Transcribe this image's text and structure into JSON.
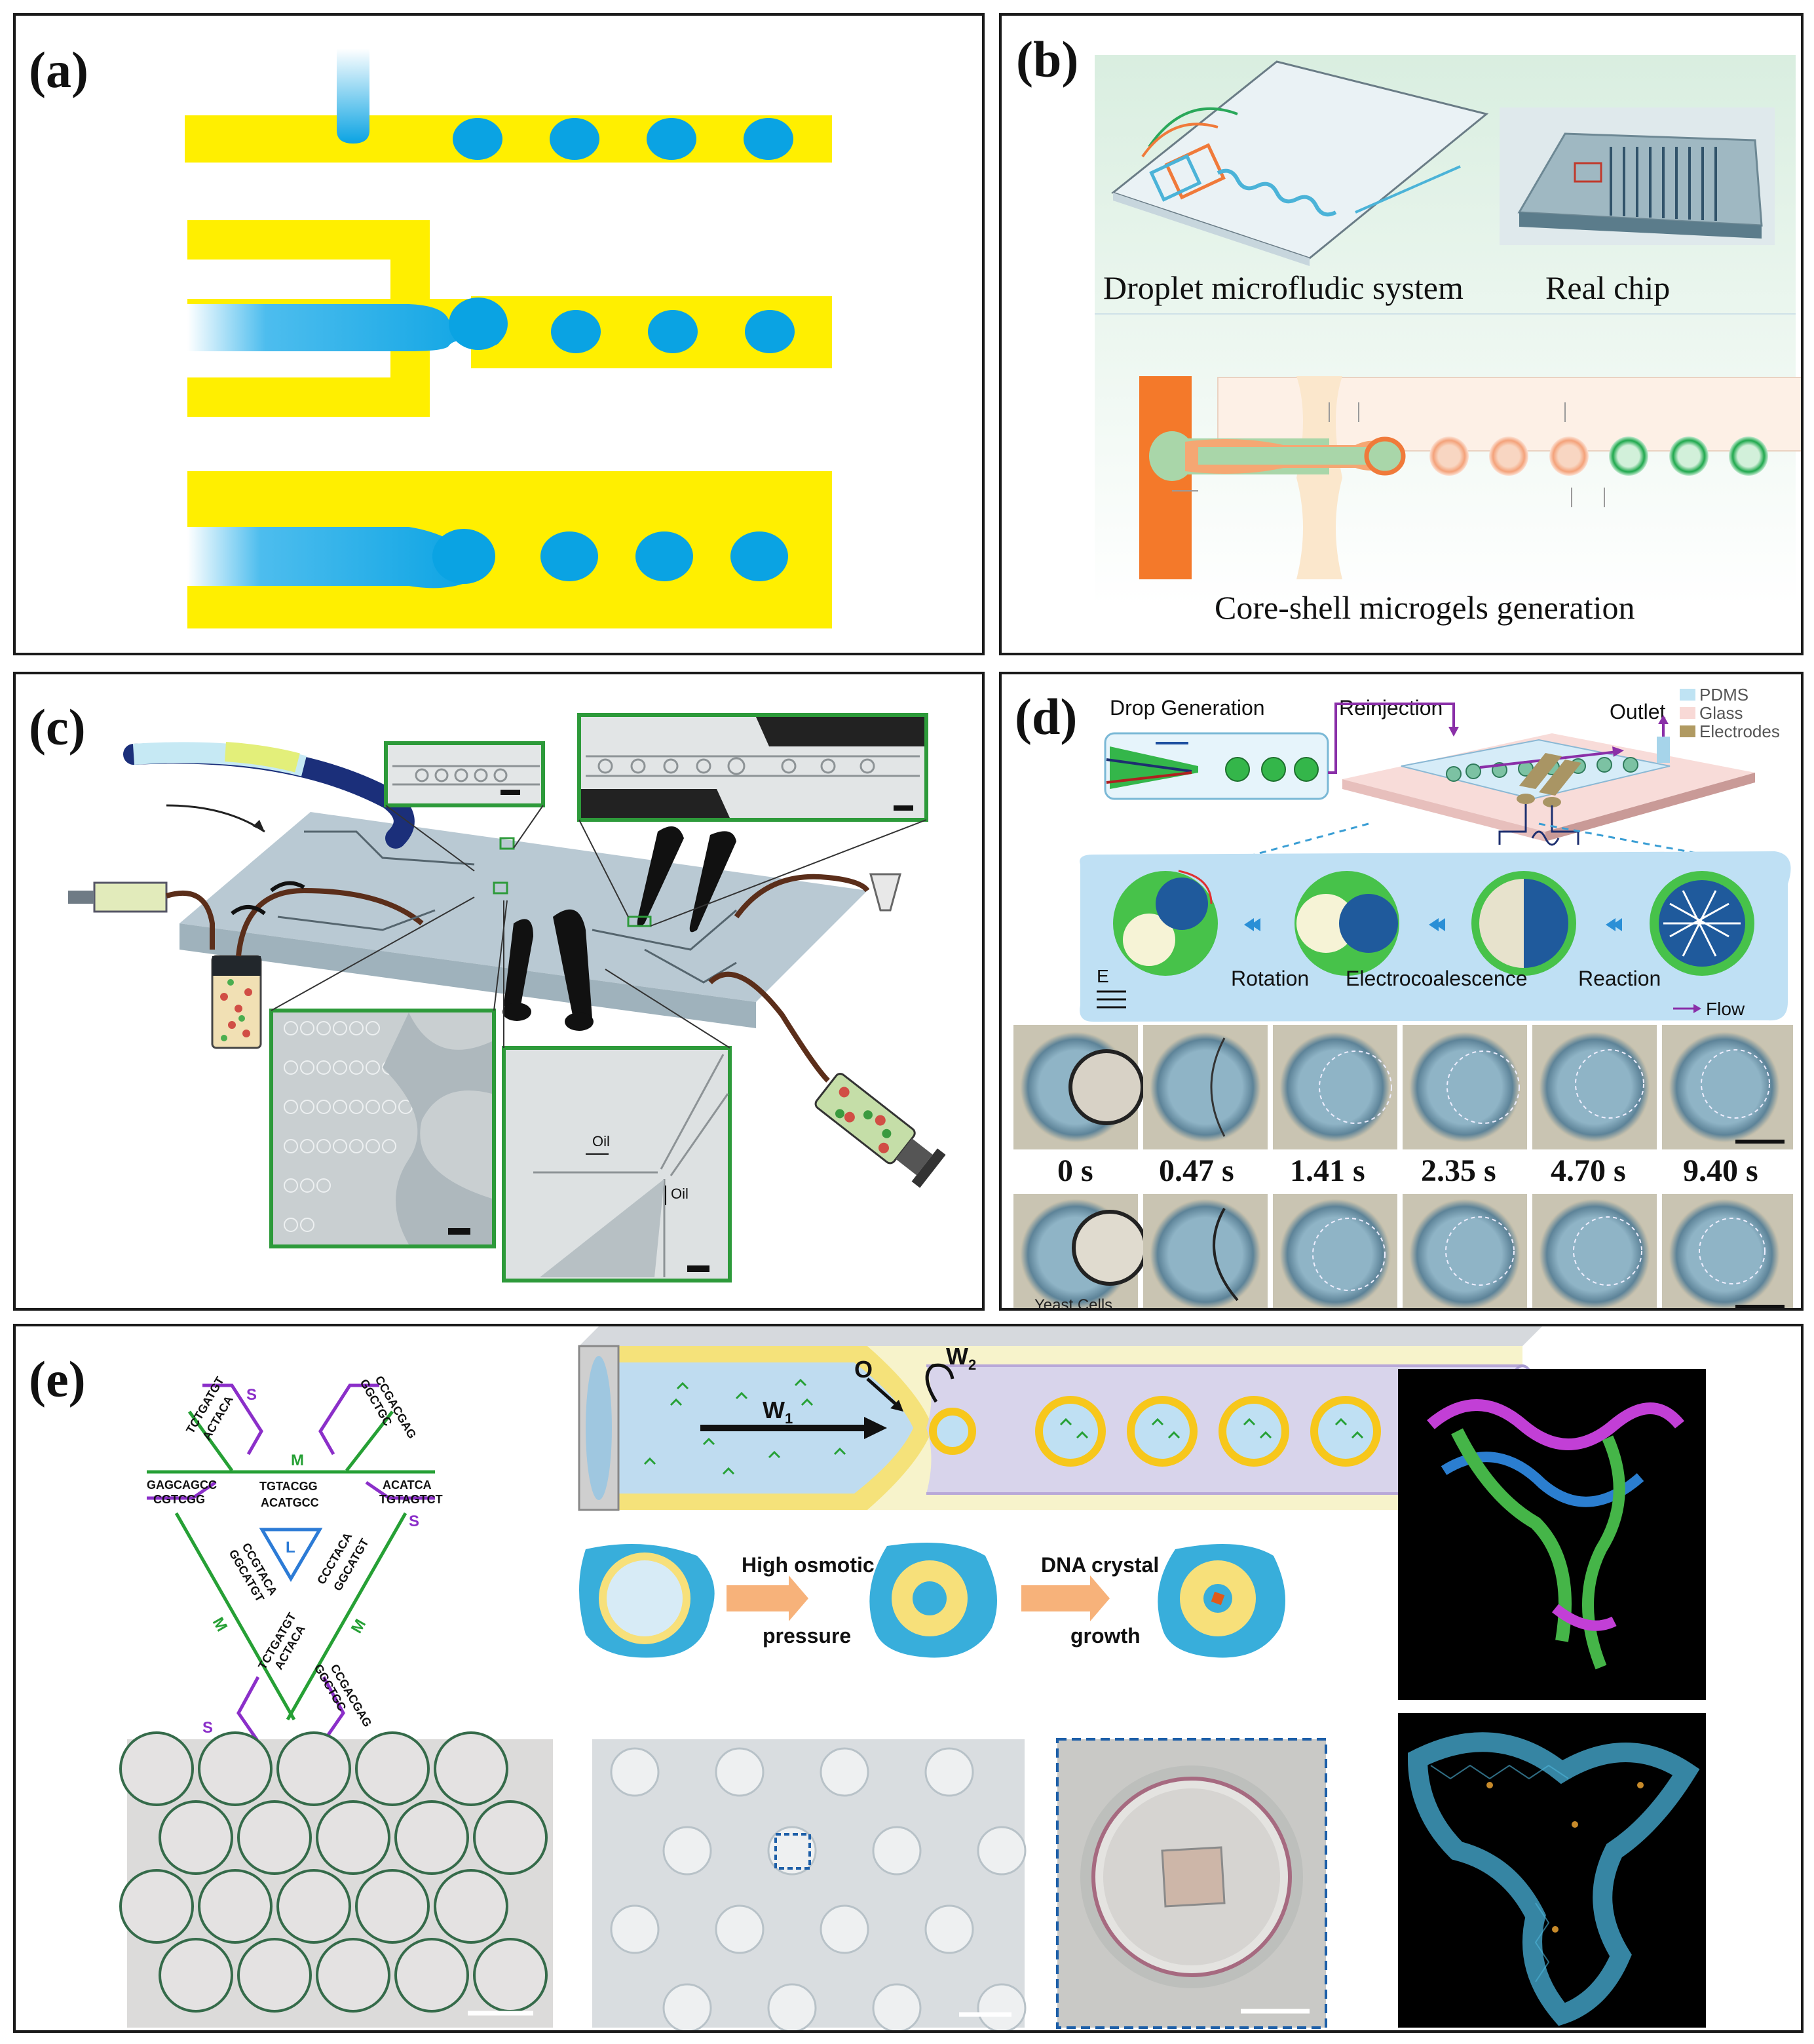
{
  "panels": {
    "a": {
      "label": "(a)"
    },
    "b": {
      "label": "(b)",
      "caption_system": "Droplet microfludic system",
      "caption_chip": "Real chip",
      "caption_coreshell": "Core-shell microgels generation"
    },
    "c": {
      "label": "(c)",
      "oil_label_1": "Oil",
      "oil_label_2": "Oil"
    },
    "d": {
      "label": "(d)",
      "drop_generation": "Drop Generation",
      "reinjection": "Reinjection",
      "outlet": "Outlet",
      "legend": [
        "PDMS",
        "Glass",
        "Electrodes"
      ],
      "field_label": "E",
      "steps": [
        "Rotation",
        "Electrocoalescence",
        "Reaction"
      ],
      "flow": "Flow",
      "times": [
        "0 s",
        "0.47 s",
        "1.41 s",
        "2.35 s",
        "4.70 s",
        "9.40 s"
      ],
      "yeast": "Yeast Cells"
    },
    "e": {
      "label": "(e)",
      "strand_s": "S",
      "strand_m": "M",
      "strand_l": "L",
      "sequences": {
        "tl_1": "TCTGATGT",
        "tl_2": "ACTACA",
        "tr_1": "GGCTGC",
        "tr_2": "CCGACGAG",
        "ml_1": "GAGCAGCC",
        "ml_2": "CGTCGG",
        "mr_1": "ACATCA",
        "mr_2": "TGTAGTCT",
        "center_1": "TGTACGG",
        "center_2": "ACATGCC",
        "bl_1": "CCGTACA",
        "bl_2": "GGCATGT",
        "br_1": "CCCTACA",
        "br_2": "GGCATGT",
        "bot_l_1": "TCTGATGT",
        "bot_l_2": "ACTACA",
        "bot_r_1": "GGCTGC",
        "bot_r_2": "CCGACGAG"
      },
      "w1": "W",
      "w1_sub": "1",
      "o": "O",
      "w2": "W",
      "w2_sub": "2",
      "step1_line1": "High osmotic",
      "step1_line2": "pressure",
      "step2_line1": "DNA crystal",
      "step2_line2": "growth"
    }
  },
  "colors": {
    "channel_yellow": "#ffef00",
    "droplet_blue": "#0aa3e3",
    "orange": "#f4792a",
    "green_channel": "#1fa84d",
    "purple": "#8b2fc9",
    "panel_e_blue": "#38aedb"
  }
}
